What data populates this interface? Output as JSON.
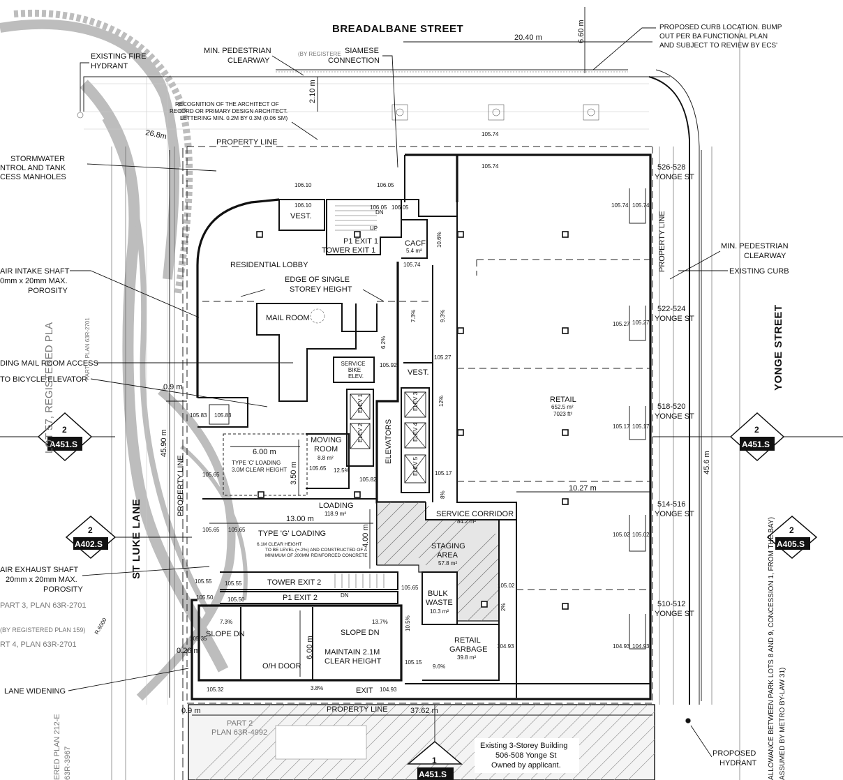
{
  "streets": {
    "north": "BREADALBANE STREET",
    "east": "YONGE STREET",
    "west": "ST LUKE LANE"
  },
  "dimensions": {
    "top_width": "20.40 m",
    "top_height": "6.60 m",
    "ped_clear": "2.10 m",
    "diag": "26.8m",
    "west_offset": "0.9 m",
    "west_length": "45.90 m",
    "loading_c_w": "6.00 m",
    "loading_c_h": "3.50 m",
    "loading_g_w": "13.00 m",
    "loading_g_h": "4.00 m",
    "ramp_w": "6.00 m",
    "retail_w": "10.27 m",
    "east_length": "45.6 m",
    "bottom_offset": "0.9 m",
    "bottom_width": "37.62 m",
    "small_026": "0.26 m",
    "radius": "R.6000",
    "spot_10574": "105.74"
  },
  "callouts": {
    "fire_hydrant": "EXISTING FIRE\nHYDRANT",
    "min_ped_clear_top": "MIN. PEDESTRIAN\nCLEARWAY",
    "by_registered": "(BY REGISTERE",
    "siamese": "SIAMESE\nCONNECTION",
    "proposed_curb": "PROPOSED CURB LOCATION. BUMP\nOUT PER BA FUNCTIONAL PLAN\nAND SUBJECT TO REVIEW BY ECS'",
    "architect_note": "RECOGNITION OF THE ARCHITECT OF\nRECORD OR PRIMARY DESIGN ARCHITECT.\nLETTERING MIN. 0.2M BY 0.3M (0.06 SM)",
    "stormwater": "STORMWATER\nNTROL AND TANK\nCESS MANHOLES",
    "air_intake": "AIR INTAKE SHAFT\n0mm x 20mm MAX.\nPOROSITY",
    "mail_access": "DING MAIL ROOM ACCESS",
    "bicycle_elev": "TO BICYCLE ELEVATOR",
    "air_exhaust": "AIR EXHAUST SHAFT\n20mm x 20mm MAX.\nPOROSITY",
    "lane_widening": "LANE WIDENING",
    "min_ped_clear_right": "MIN. PEDESTRIAN\nCLEARWAY",
    "existing_curb": "EXISTING CURB",
    "proposed_hydrant": "PROPOSED\nHYDRANT",
    "property_line": "PROPERTY LINE",
    "edge_storey": "EDGE OF SINGLE\nSTOREY HEIGHT"
  },
  "rooms": {
    "vest_top": "VEST.",
    "p1_exit1": "P1 EXIT 1",
    "tower_exit1": "TOWER  EXIT 1",
    "cacf": "CACF",
    "cacf_area": "5.4 m²",
    "lobby": "RESIDENTIAL LOBBY",
    "mail": "MAIL ROOM",
    "service_bike": "SERVICE\nBIKE\nELEV.",
    "vest_mid": "VEST.",
    "elevators": "ELEVATORS",
    "moving": "MOVING\nROOM",
    "moving_area": "8.8 m²",
    "type_c": "TYPE 'C' LOADING\n3.0M CLEAR HEIGHT",
    "loading": "LOADING",
    "loading_area": "118.9 m²",
    "type_g": "TYPE 'G' LOADING",
    "type_g_note": "6.1M CLEAR HEIGHT\nTO BE LEVEL (+-2%) AND CONSTRUCTED OF A\nMINIMUM OF 200MM REINFORCED CONCRETE",
    "service_corr": "SERVICE CORRIDOR",
    "service_corr_area": "84.2 m²",
    "staging": "STAGING\nAREA",
    "staging_area": "57.8 m²",
    "tower_exit2": "TOWER EXIT 2",
    "p1_exit2": "P1 EXIT 2",
    "bulk": "BULK\nWASTE",
    "bulk_area": "10.3 m²",
    "slope_dn_left": "SLOPE DN",
    "slope_dn_mid": "SLOPE DN",
    "maintain": "MAINTAIN 2.1M\nCLEAR HEIGHT",
    "oh_door": "O/H DOOR",
    "exit": "EXIT",
    "retail_garbage": "RETAIL\nGARBAGE",
    "retail_garbage_area": "39.8 m²",
    "retail": "RETAIL",
    "retail_area": "652.5 m²",
    "retail_ft": "7023 ft²",
    "dn": "DN",
    "up": "UP"
  },
  "elevator_labels": [
    "ELEV 1",
    "ELEV 2",
    "ELEV 3",
    "ELEV 4",
    "ELEV 5"
  ],
  "addresses": {
    "a526": "526-528\nYONGE ST",
    "a522": "522-524\nYONGE ST",
    "a518": "518-520\nYONGE ST",
    "a514": "514-516\nYONGE ST",
    "a510": "510-512\nYONGE ST"
  },
  "section_markers": [
    {
      "num": "2",
      "ref": "A451.S"
    },
    {
      "num": "2",
      "ref": "A451.S"
    },
    {
      "num": "2",
      "ref": "A402.S"
    },
    {
      "num": "2",
      "ref": "A405.S"
    },
    {
      "num": "1",
      "ref": "A451.S"
    }
  ],
  "south": {
    "existing": "Existing 3-Storey Building",
    "address": "506-508 Yonge St",
    "owned": "Owned by applicant.",
    "part2": "PART 2\nPLAN 63R-4992"
  },
  "west_side": {
    "lot57": "LOT 57, REGISTERED PLA",
    "part3": "PART 3, PLAN 63R-2701",
    "by_plan159": "(BY REGISTERED PLAN 159)",
    "part4": "RT 4, PLAN 63R-2701",
    "plan212": "ERED PLAN 212-E",
    "r3967": "63R-3967",
    "part1": "PART 1, PLAN 63R-2701"
  },
  "east_side": {
    "road_allowance": "ALLOWANCE BETWEEN PARK LOTS 8 AND 9, CONCESSION 1, FROM THE BAY)\nASSUMED BY METRO BY-LAW 31)"
  },
  "slopes": {
    "s10_6": "10.6%",
    "s7_3a": "7.3%",
    "s9_3": "9.3%",
    "s6_2": "6.2%",
    "s12": "12%",
    "s12_5": "12.5%",
    "s8": "8%",
    "s7_3b": "7.3%",
    "s13_7": "13.7%",
    "s10_5": "10.5%",
    "s2": "2%",
    "s9_6": "9.6%",
    "s3_8": "3.8%"
  },
  "elevations": {
    "e1": "106.10",
    "e2": "106.10",
    "e3": "106.05",
    "e4": "106.05",
    "e5": "106.05",
    "e6": "105.74",
    "e7": "105.74",
    "e8": "105.74",
    "e9": "105.92",
    "e10": "105.27",
    "e11": "105.83",
    "e12": "105.83",
    "e13": "105.65",
    "e14": "105.65",
    "e15": "105.82",
    "e16": "105.17",
    "e17": "105.65",
    "e18": "105.65",
    "e19": "105.55",
    "e20": "105.55",
    "e21": "105.50",
    "e22": "105.50",
    "e23": "105.65",
    "e24": "105.02",
    "e25": "105.35",
    "e26": "105.15",
    "e27": "104.93",
    "e28": "105.32",
    "e29": "104.93",
    "r1": "105.74",
    "r2": "105.74",
    "r3": "105.27",
    "r4": "105.27",
    "r5": "105.17",
    "r6": "105.17",
    "r7": "105.02",
    "r8": "105.02",
    "r9": "104.93",
    "r10": "104.93"
  }
}
